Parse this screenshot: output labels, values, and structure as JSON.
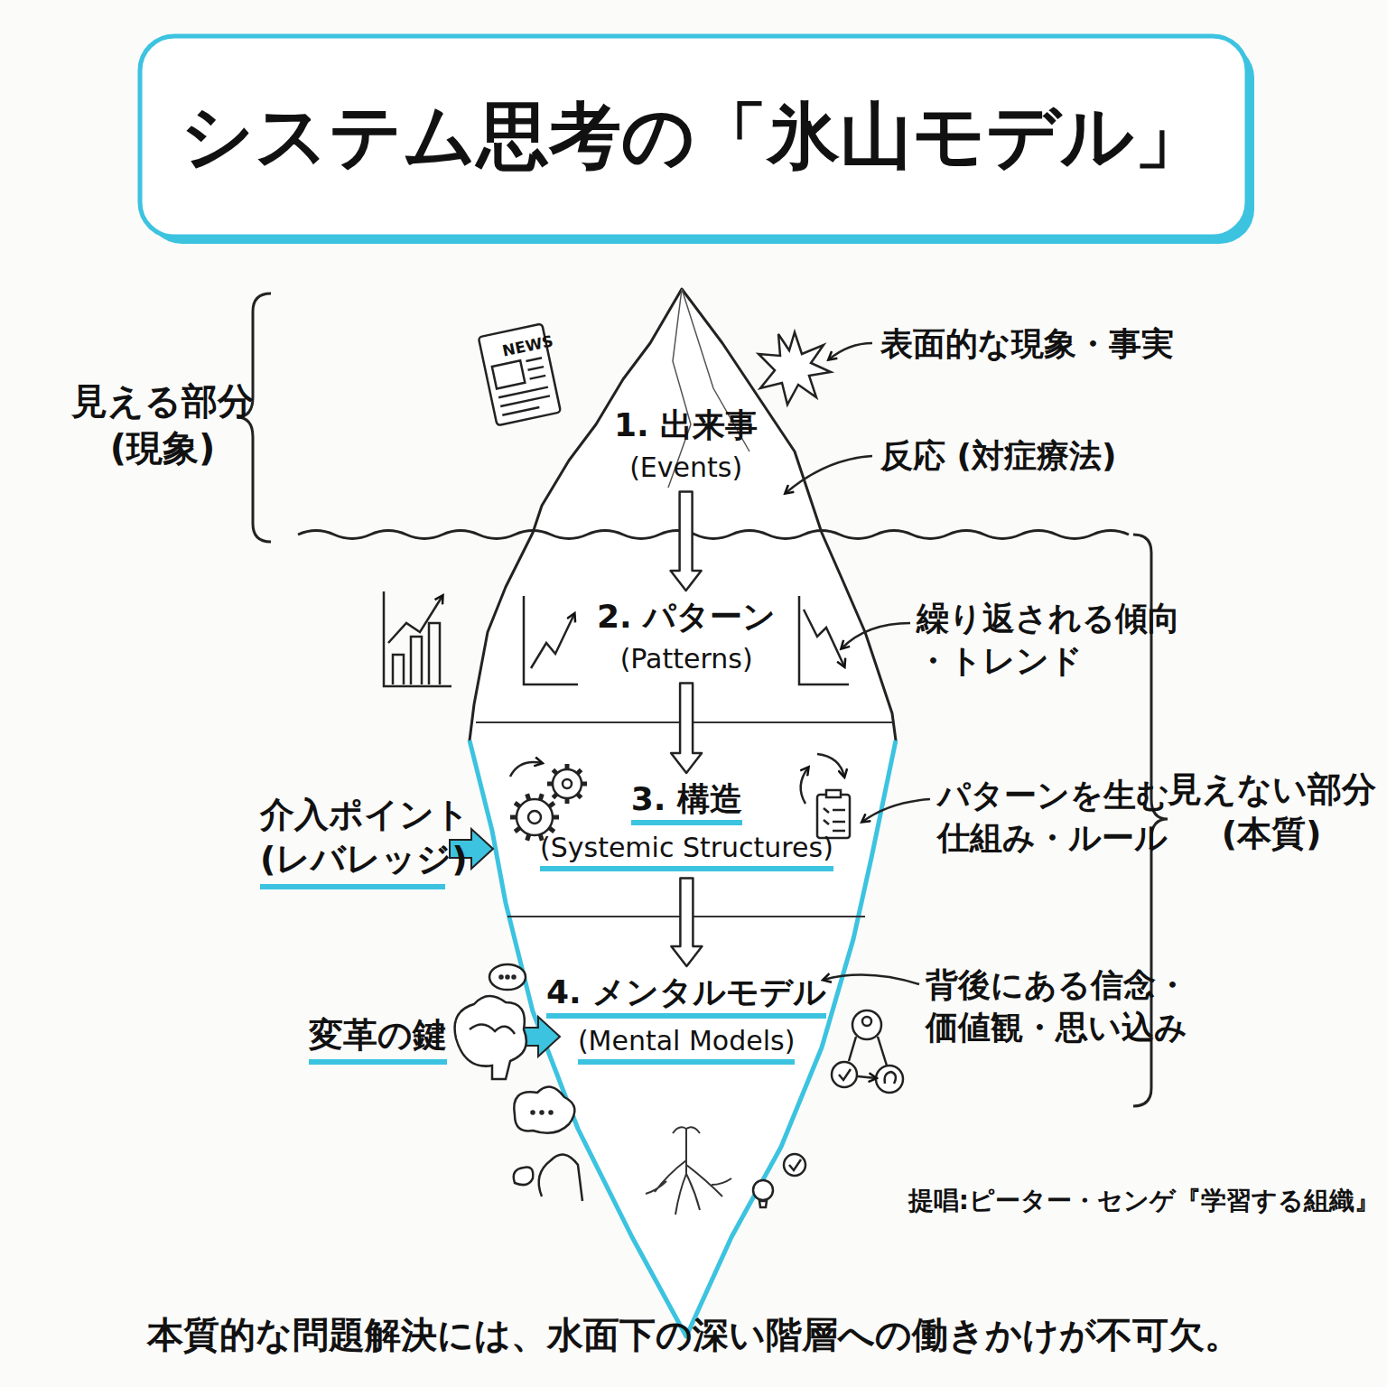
{
  "diagram": {
    "title": "システム思考の「氷山モデル」",
    "caption": "本質的な問題解決には、水面下の深い階層への働きかけが不可欠。",
    "nodes": [
      {
        "text": [
          "1. 出来事",
          "(Events)"
        ]
      },
      {
        "text": [
          "2. パターン",
          "(Patterns)"
        ]
      },
      {
        "text": [
          "3. 構造",
          "(Systemic Structures)"
        ]
      },
      {
        "text": [
          "4. メンタルモデル",
          "(Mental Models)"
        ]
      }
    ],
    "edges": [
      {
        "from": 0,
        "to": 1,
        "arrow": "to"
      },
      {
        "from": 1,
        "to": 2,
        "arrow": "to"
      },
      {
        "from": 2,
        "to": 3,
        "arrow": "to"
      }
    ],
    "labels": [
      "見える部分 (現象)",
      "NEWS",
      "表面的な現象・事実",
      "反応 (対症療法)",
      "繰り返される傾向 ・トレンド",
      "パターンを生む 仕組み・ルール",
      "背後にある信念・ 価値観・思い込み",
      "見えない部分 (本質)",
      "介入ポイント (レバレッジ)",
      "変革の鍵",
      "提唱:ピーター・センゲ『学習する組織』"
    ]
  }
}
